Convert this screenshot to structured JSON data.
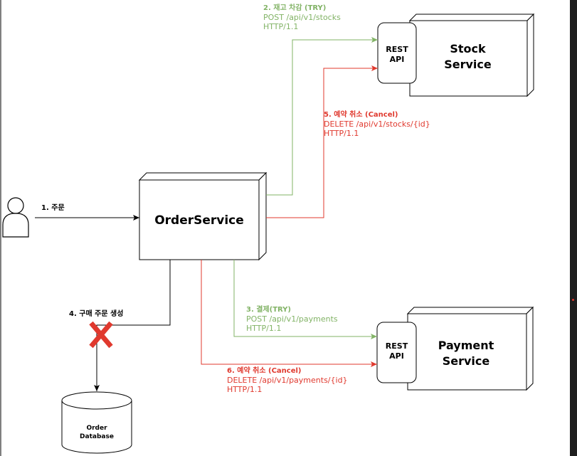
{
  "colors": {
    "green": "#82b366",
    "red": "#e0392e",
    "black": "#000000",
    "background": "#ffffff",
    "frame": "#1e1e1e"
  },
  "icons": {
    "user": "user-icon",
    "fail": "x-mark-icon",
    "database": "database-cylinder-icon"
  },
  "nodes": {
    "order_service": "OrderService",
    "stock_rest": "REST\nAPI",
    "stock_service": "Stock\nService",
    "payment_rest": "REST\nAPI",
    "payment_service": "Payment\nService",
    "order_db": "Order\nDatabase"
  },
  "steps": {
    "s1": {
      "title": "1. 주문"
    },
    "s2": {
      "title": "2. 재고 차감 (TRY)",
      "method": "POST /api/v1/stocks",
      "protocol": "HTTP/1.1"
    },
    "s3": {
      "title": "3. 결제(TRY)",
      "method": "POST /api/v1/payments",
      "protocol": "HTTP/1.1"
    },
    "s4": {
      "title": "4. 구매 주문 생성"
    },
    "s5": {
      "title": "5. 예약 취소 (Cancel)",
      "method": "DELETE /api/v1/stocks/{id}",
      "protocol": "HTTP/1.1"
    },
    "s6": {
      "title": "6. 예약 취소 (Cancel)",
      "method": "DELETE /api/v1/payments/{id}",
      "protocol": "HTTP/1.1"
    }
  }
}
